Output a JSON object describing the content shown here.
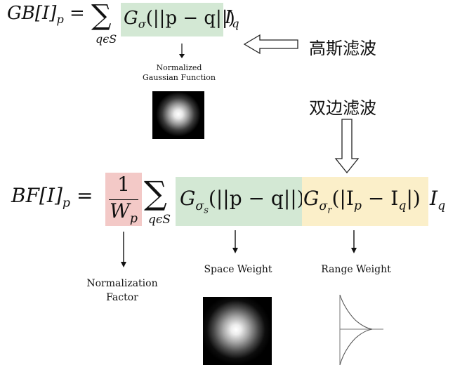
{
  "gaussian_blur": {
    "lhs": "GB[I]",
    "lhs_sub": "p",
    "sum_sub": "qϵS",
    "g": "G",
    "g_sub": "σ",
    "g_args": "(||p − q||)",
    "i": "I",
    "i_sub": "q",
    "arrow_label": "Normalized Gaussian Function",
    "chinese_label": "高斯滤波",
    "highlight_color": "#d3e8d4"
  },
  "bilateral": {
    "chinese_label": "双边滤波",
    "lhs": "BF[I]",
    "lhs_sub": "p",
    "numerator": "1",
    "denominator": "W",
    "denominator_sub": "p",
    "sum_sub": "qϵS",
    "space_term": "G",
    "space_sub": "σ",
    "space_sub_sub": "s",
    "space_args": "(||p − q||)",
    "range_term": "G",
    "range_sub": "σ",
    "range_sub_sub": "r",
    "range_args": "(|I",
    "range_args_sub": "p",
    "range_args_mid": " − I",
    "range_args_sub2": "q",
    "range_args_end": "|)",
    "tail": "I",
    "tail_sub": "q",
    "normalization_label": "Normalization Factor",
    "space_label": "Space Weight",
    "range_label": "Range Weight",
    "colors": {
      "pink": "#f3c9c7",
      "green": "#d3e8d4",
      "yellow": "#fbefc9"
    }
  }
}
